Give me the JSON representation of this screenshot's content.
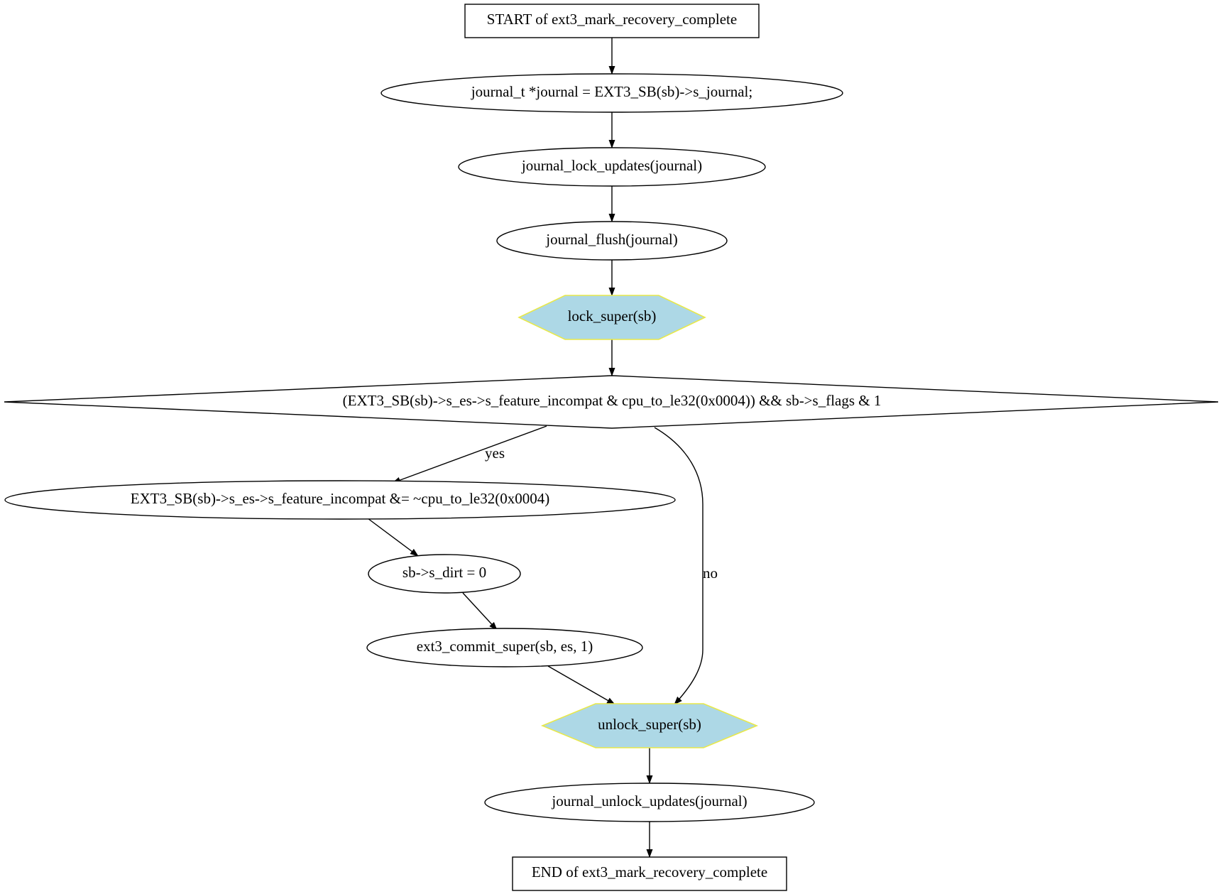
{
  "colors": {
    "hexagon_fill": "#add8e6",
    "hexagon_stroke": "#e8e84a",
    "line": "#000000",
    "background": "#ffffff"
  },
  "nodes": {
    "start": {
      "shape": "box",
      "label": "START of ext3_mark_recovery_complete"
    },
    "journal_assign": {
      "shape": "ellipse",
      "label": "journal_t *journal = EXT3_SB(sb)->s_journal;"
    },
    "lock_updates": {
      "shape": "ellipse",
      "label": "journal_lock_updates(journal)"
    },
    "flush": {
      "shape": "ellipse",
      "label": "journal_flush(journal)"
    },
    "lock_super": {
      "shape": "hexagon",
      "label": "lock_super(sb)"
    },
    "condition": {
      "shape": "diamond",
      "label": "(EXT3_SB(sb)->s_es->s_feature_incompat & cpu_to_le32(0x0004)) && sb->s_flags & 1"
    },
    "clear_feature": {
      "shape": "ellipse",
      "label": "EXT3_SB(sb)->s_es->s_feature_incompat &= ~cpu_to_le32(0x0004)"
    },
    "dirt": {
      "shape": "ellipse",
      "label": "sb->s_dirt = 0"
    },
    "commit_super": {
      "shape": "ellipse",
      "label": "ext3_commit_super(sb, es, 1)"
    },
    "unlock_super": {
      "shape": "hexagon",
      "label": "unlock_super(sb)"
    },
    "unlock_updates": {
      "shape": "ellipse",
      "label": "journal_unlock_updates(journal)"
    },
    "end": {
      "shape": "box",
      "label": "END of ext3_mark_recovery_complete"
    }
  },
  "edges": [
    {
      "from": "start",
      "to": "journal_assign",
      "label": ""
    },
    {
      "from": "journal_assign",
      "to": "lock_updates",
      "label": ""
    },
    {
      "from": "lock_updates",
      "to": "flush",
      "label": ""
    },
    {
      "from": "flush",
      "to": "lock_super",
      "label": ""
    },
    {
      "from": "lock_super",
      "to": "condition",
      "label": ""
    },
    {
      "from": "condition",
      "to": "clear_feature",
      "label": "yes"
    },
    {
      "from": "condition",
      "to": "unlock_super",
      "label": "no"
    },
    {
      "from": "clear_feature",
      "to": "dirt",
      "label": ""
    },
    {
      "from": "dirt",
      "to": "commit_super",
      "label": ""
    },
    {
      "from": "commit_super",
      "to": "unlock_super",
      "label": ""
    },
    {
      "from": "unlock_super",
      "to": "unlock_updates",
      "label": ""
    },
    {
      "from": "unlock_updates",
      "to": "end",
      "label": ""
    }
  ]
}
